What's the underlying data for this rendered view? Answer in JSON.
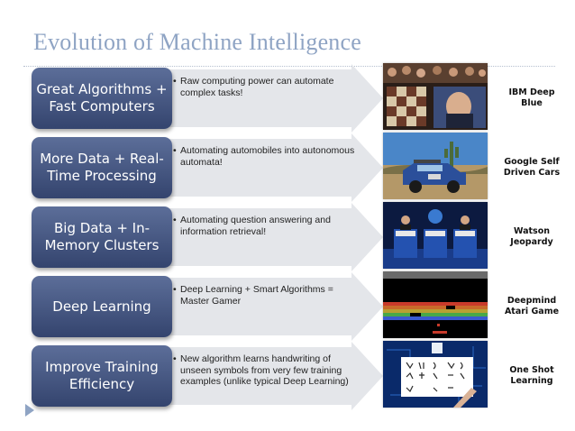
{
  "slide": {
    "title": "Evolution of Machine Intelligence",
    "rows": [
      {
        "stage": "Great Algorithms + Fast Computers",
        "bullet": "Raw computing power can automate complex tasks!",
        "caption": "IBM Deep Blue",
        "icon": "chess-photo"
      },
      {
        "stage": "More Data + Real-Time Processing",
        "bullet": "Automating automobiles into autonomous automata!",
        "caption": "Google Self Driven Cars",
        "icon": "car-photo"
      },
      {
        "stage": "Big Data + In-Memory Clusters",
        "bullet": "Automating question answering and information retrieval!",
        "caption": "Watson Jeopardy",
        "icon": "jeopardy-photo"
      },
      {
        "stage": "Deep Learning",
        "bullet": "Deep Learning + Smart Algorithms = Master Gamer",
        "caption": "Deepmind Atari Game",
        "icon": "atari-screenshot"
      },
      {
        "stage": "Improve Training Efficiency",
        "bullet": "New algorithm learns handwriting of unseen symbols from very few training examples (unlike typical Deep Learning)",
        "caption": "One Shot Learning",
        "icon": "handwriting-photo"
      }
    ],
    "colors": {
      "title": "#8fa4c4",
      "box_top": "#5c6e99",
      "box_bottom": "#34446e",
      "arrow": "#e4e6ea"
    }
  }
}
